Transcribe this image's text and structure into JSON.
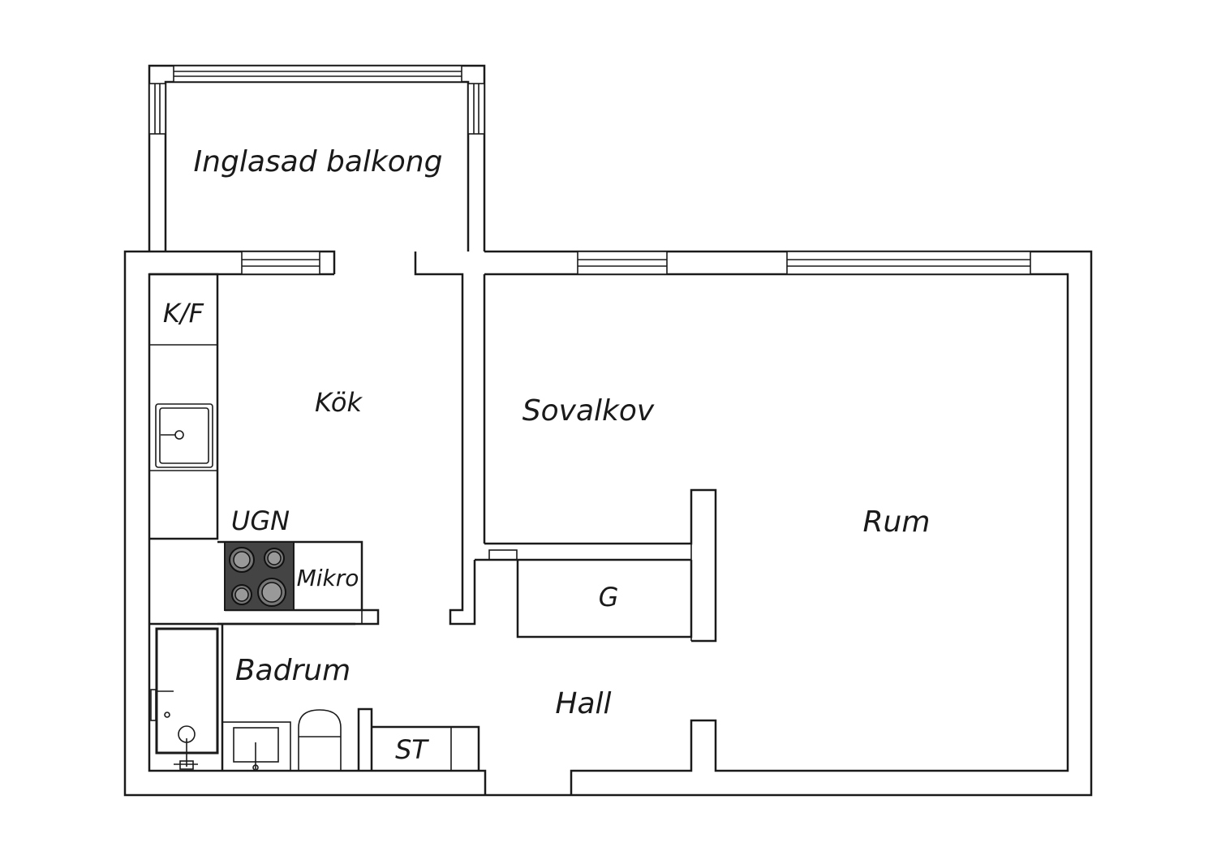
{
  "rooms": {
    "balcony": "Inglasad balkong",
    "kitchen": "Kök",
    "fridge_freezer": "K/F",
    "oven": "UGN",
    "microwave": "Mikro",
    "bedroom_alcove": "Sovalkov",
    "living_room": "Rum",
    "wardrobe": "G",
    "bathroom": "Badrum",
    "hall": "Hall",
    "storage": "ST"
  },
  "colors": {
    "line": "#1a1a1a",
    "stove": "#444444",
    "background": "#ffffff"
  }
}
